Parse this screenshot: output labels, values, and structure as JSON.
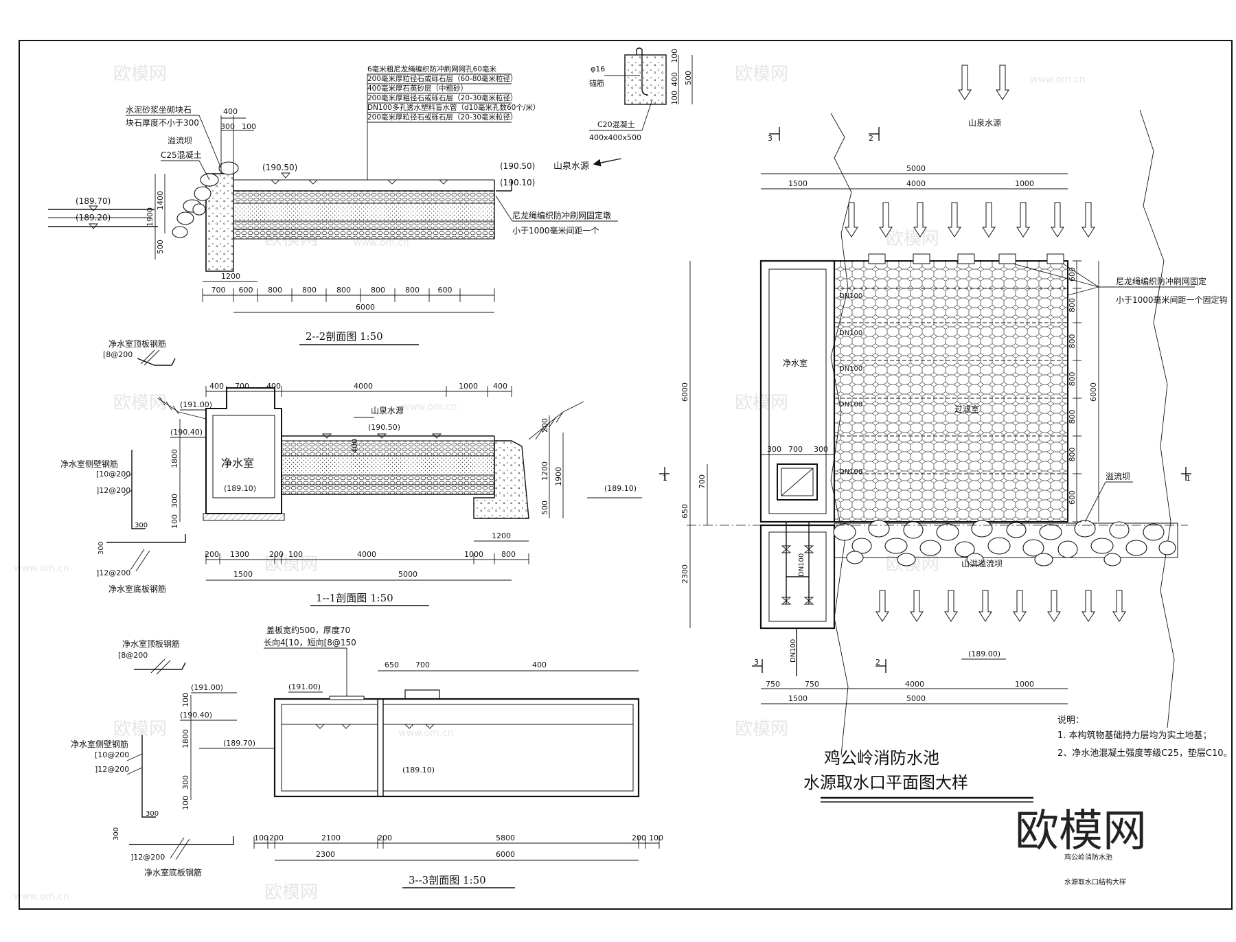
{
  "watermarks": {
    "logo": "欧模网",
    "url": "www.om.cn"
  },
  "big_logo": "欧模网",
  "section_22": {
    "title": "2--2剖面图 1:50",
    "notes": [
      "6毫米粗尼龙绳编织防冲刷网网孔60毫米",
      "200毫米厚粒径石或砾石层（60-80毫米粒径）",
      "400毫米厚石英砂层（中粗砂）",
      "200毫米厚粗径石或砾石层（20-30毫米粒径）",
      "DN100多孔透水塑料盲水管（d10毫米孔数60个/米）",
      "200毫米厚粒径石或砾石层（20-30毫米粒径）"
    ],
    "left_note1": "水泥砂浆坐砌块石",
    "left_note2": "块石厚度不小于300",
    "dam_label": "溢流坝",
    "concrete": "C25混凝土",
    "source": "山泉水源",
    "anchor_note1": "尼龙绳编织防冲刷网固定墩",
    "anchor_note2": "小于1000毫米间距一个",
    "elev": [
      "(190.50)",
      "(190.50)",
      "(190.10)",
      "(189.70)",
      "(189.20)"
    ],
    "dims_top": [
      "400",
      "300",
      "100"
    ],
    "dims_left": [
      "1900",
      "1400",
      "500"
    ],
    "dims_bottom": [
      "700",
      "600",
      "800",
      "800",
      "800",
      "800",
      "800",
      "600"
    ],
    "dim_1200": "1200",
    "dim_total": "6000"
  },
  "anchor_detail": {
    "rebar": "φ16",
    "rebar2": "锚筋",
    "concrete": "C20混凝土",
    "size": "400x400x500",
    "dims": [
      "100",
      "400",
      "100",
      "500"
    ]
  },
  "section_11": {
    "title": "1--1剖面图 1:50",
    "room": "净水室",
    "source": "山泉水源",
    "elev": [
      "(191.00)",
      "(190.40)",
      "(190.50)",
      "(189.10)",
      "(189.10)"
    ],
    "dims_top": [
      "400",
      "700",
      "400",
      "4000",
      "1000",
      "400"
    ],
    "dims_left": [
      "1800",
      "300",
      "100"
    ],
    "dims_right": [
      "200",
      "400",
      "1200",
      "1900",
      "500"
    ],
    "dims_bottom1": [
      "200",
      "1300",
      "200",
      "100",
      "4000",
      "1000",
      "800"
    ],
    "dims_bottom2": [
      "1500",
      "5000"
    ],
    "dim_1200": "1200"
  },
  "rebar_11": {
    "top_title": "净水室顶板钢筋",
    "top_spec": "[8@200",
    "wall_title": "净水室侧壁钢筋",
    "wall_spec1": "[10@200",
    "wall_spec2": "]12@200",
    "wall_dim": "300",
    "bottom_title": "净水室底板钢筋",
    "bottom_spec": "]12@200",
    "bottom_dim": "300"
  },
  "section_33": {
    "title": "3--3剖面图 1:50",
    "cover_note1": "盖板宽约500，厚度70",
    "cover_note2": "长向4[10，短向[8@150",
    "elev": [
      "(191.00)",
      "(191.00)",
      "(190.40)",
      "(189.70)",
      "(189.10)"
    ],
    "dims_top": [
      "650",
      "700",
      "400"
    ],
    "dims_left": [
      "100",
      "1800",
      "300",
      "100"
    ],
    "dims_bottom1": [
      "100",
      "200",
      "2100",
      "200",
      "5800",
      "200",
      "100"
    ],
    "dims_bottom2": [
      "2300",
      "6000"
    ]
  },
  "rebar_33": {
    "top_title": "净水室顶板钢筋",
    "top_spec": "[8@200",
    "wall_title": "净水室侧壁钢筋",
    "wall_spec1": "[10@200",
    "wall_spec2": "]12@200",
    "wall_dim": "300",
    "bottom_title": "净水室底板钢筋",
    "bottom_spec": "]12@200",
    "bottom_dim": "300"
  },
  "plan": {
    "source": "山泉水源",
    "room": "净水室",
    "filter": "过滤室",
    "dam": "溢流坝",
    "flood_dam": "山洪溢流坝",
    "pipe_labels": [
      "DN100",
      "DN100",
      "DN100",
      "DN100",
      "DN100"
    ],
    "pipe_v": "DN100",
    "pipe_out": "DN100",
    "anchor_note1": "尼龙绳编织防冲刷网固定",
    "anchor_note2": "小于1000毫米间距一个固定钩",
    "elev": "(189.00)",
    "dims_top1": "5000",
    "dims_top2": [
      "1500",
      "4000",
      "1000"
    ],
    "dims_left": [
      "6000",
      "700",
      "650",
      "2300"
    ],
    "dims_right": [
      "600",
      "800",
      "800",
      "800",
      "800",
      "800",
      "600"
    ],
    "dim_right_total": "6000",
    "dims_room": [
      "300",
      "700",
      "300"
    ],
    "dims_bottom1": [
      "750",
      "750",
      "4000",
      "1000"
    ],
    "dims_bottom2": [
      "1500",
      "5000"
    ],
    "markers": [
      "3",
      "2",
      "1",
      "1",
      "3",
      "2"
    ]
  },
  "notes": {
    "head": "说明：",
    "line1": "1. 本构筑物基础持力层均为实土地基；",
    "line2": "2、净水池混凝土强度等级C25，垫层C10。"
  },
  "main_title": {
    "line1": "鸡公岭消防水池",
    "line2": "水源取水口平面图大样"
  },
  "corner_note1": "鸡公岭消防水池",
  "corner_note2": "水源取水口结构大样"
}
